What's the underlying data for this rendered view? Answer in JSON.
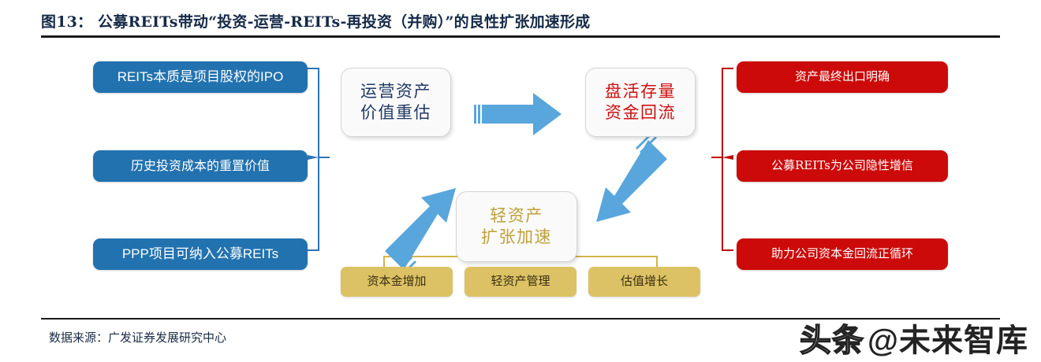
{
  "header": {
    "figure_label": "图13：",
    "title": "图13： 公募REITs带动“投资-运营-REITs-再投资（并购）”的良性扩张加速形成"
  },
  "diagram": {
    "left_column": {
      "accent_color": "#2272AF",
      "items": [
        {
          "label": "REITs本质是项目股权的IPO"
        },
        {
          "label": "历史投资成本的重置价值"
        },
        {
          "label": "PPP项目可纳入公募REITs"
        }
      ]
    },
    "center_nodes": [
      {
        "id": "operating-asset",
        "line1": "运营资产",
        "line2": "价值重估",
        "text_color": "#1F3864"
      },
      {
        "id": "revitalize-stock",
        "line1": "盘活存量",
        "line2": "资金回流",
        "text_color": "#D01010"
      },
      {
        "id": "asset-light",
        "line1": "轻资产",
        "line2": "扩张加速",
        "text_color": "#BFA03A"
      }
    ],
    "right_column": {
      "accent_color": "#CC0A0A",
      "items": [
        {
          "label": "资产最终出口明确"
        },
        {
          "label": "公募REITs为公司隐性增信"
        },
        {
          "label": "助力公司资本金回流正循环"
        }
      ]
    },
    "bottom_row": {
      "accent_color": "#DCC264",
      "items": [
        {
          "label": "资本金增加"
        },
        {
          "label": "轻资产管理"
        },
        {
          "label": "估值增长"
        }
      ]
    },
    "arrows": [
      {
        "id": "arrow-right",
        "from": "operating-asset",
        "to": "revitalize-stock",
        "direction": "right",
        "color": "#58A6DC"
      },
      {
        "id": "arrow-down-left",
        "from": "revitalize-stock",
        "to": "asset-light",
        "direction": "down-left",
        "color": "#58A6DC"
      },
      {
        "id": "arrow-up-right",
        "from": "asset-light",
        "to": "operating-asset",
        "direction": "up-right",
        "color": "#58A6DC"
      }
    ]
  },
  "footer": {
    "source": "数据来源：广发证券发展研究中心",
    "watermark_logo": "头条",
    "watermark_text": "@未来智库"
  }
}
